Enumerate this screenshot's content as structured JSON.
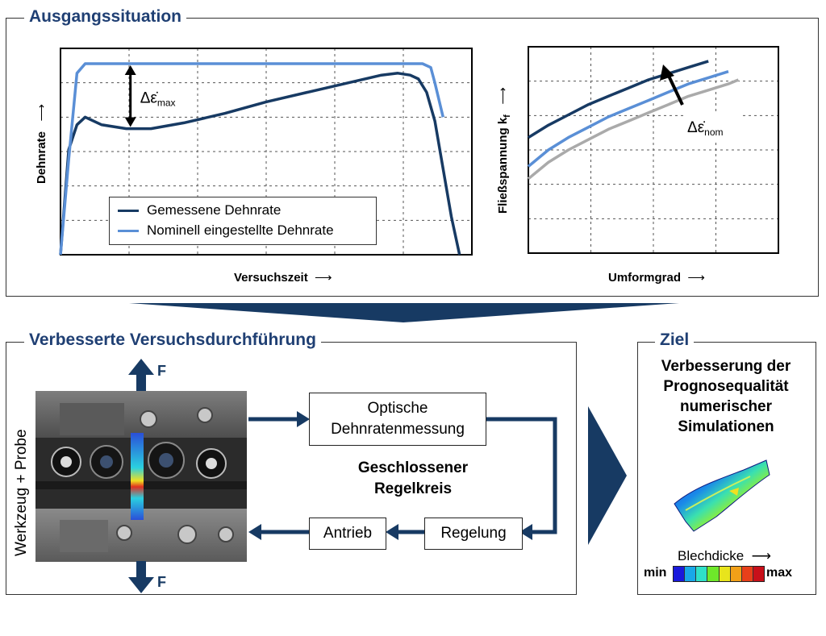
{
  "top": {
    "title": "Ausgangssituation"
  },
  "chart_data": [
    {
      "type": "line",
      "xlabel": "Versuchszeit",
      "ylabel": "Dehnrate",
      "annotation": "Δε̇",
      "annotation_sub": "max",
      "series": [
        {
          "name": "Gemessene Dehnrate",
          "color": "#173a63",
          "x": [
            0,
            0.02,
            0.04,
            0.06,
            0.1,
            0.16,
            0.22,
            0.3,
            0.4,
            0.5,
            0.6,
            0.7,
            0.78,
            0.82,
            0.85,
            0.87,
            0.89,
            0.91,
            0.93,
            0.95,
            0.97
          ],
          "y": [
            0,
            0.55,
            0.68,
            0.72,
            0.68,
            0.66,
            0.66,
            0.69,
            0.74,
            0.8,
            0.85,
            0.9,
            0.94,
            0.95,
            0.94,
            0.92,
            0.85,
            0.7,
            0.45,
            0.2,
            0.0
          ]
        },
        {
          "name": "Nominell eingestellte Dehnrate",
          "color": "#5a8fd6",
          "x": [
            0,
            0.02,
            0.04,
            0.06,
            0.1,
            0.5,
            0.88,
            0.9,
            0.91,
            0.93
          ],
          "y": [
            0,
            0.5,
            0.95,
            1.0,
            1.0,
            1.0,
            1.0,
            0.98,
            0.9,
            0.72
          ]
        }
      ]
    },
    {
      "type": "line",
      "xlabel": "Umformgrad",
      "ylabel": "Fließspannung k",
      "ylabel_sub": "f",
      "annotation": "Δε̇",
      "annotation_sub": "nom",
      "series": [
        {
          "color": "#173a63",
          "x": [
            0,
            0.1,
            0.2,
            0.3,
            0.4,
            0.5,
            0.6,
            0.7,
            0.8,
            0.9
          ],
          "y": [
            0.56,
            0.62,
            0.67,
            0.72,
            0.76,
            0.8,
            0.84,
            0.87,
            0.9,
            0.93
          ]
        },
        {
          "color": "#5a8fd6",
          "x": [
            0,
            0.1,
            0.2,
            0.3,
            0.4,
            0.5,
            0.6,
            0.7,
            0.8,
            0.9,
            1.0
          ],
          "y": [
            0.42,
            0.5,
            0.56,
            0.61,
            0.66,
            0.7,
            0.74,
            0.78,
            0.82,
            0.85,
            0.88
          ]
        },
        {
          "color": "#aaaaaa",
          "x": [
            0,
            0.1,
            0.2,
            0.3,
            0.4,
            0.5,
            0.6,
            0.7,
            0.8,
            0.9,
            1.0,
            1.05
          ],
          "y": [
            0.36,
            0.44,
            0.5,
            0.55,
            0.6,
            0.64,
            0.68,
            0.72,
            0.76,
            0.79,
            0.82,
            0.84
          ]
        }
      ]
    }
  ],
  "middle": {
    "title": "Verbesserte Versuchsdurchführung",
    "side_label": "Werkzeug + Probe",
    "force_top": "F",
    "force_bottom": "F",
    "box_optical": "Optische Dehnratenmessung",
    "loop_label_1": "Geschlossener",
    "loop_label_2": "Regelkreis",
    "box_drive": "Antrieb",
    "box_control": "Regelung"
  },
  "goal": {
    "title": "Ziel",
    "line1": "Verbesserung der",
    "line2": "Prognosequalität",
    "line3": "numerischer",
    "line4": "Simulationen",
    "scale_label": "Blechdicke",
    "scale_min": "min",
    "scale_max": "max",
    "scale_colors": [
      "#1a1adc",
      "#19a8e8",
      "#2fe0c8",
      "#6ee82a",
      "#e8e41c",
      "#f2a018",
      "#e8401a",
      "#c8101a"
    ]
  }
}
